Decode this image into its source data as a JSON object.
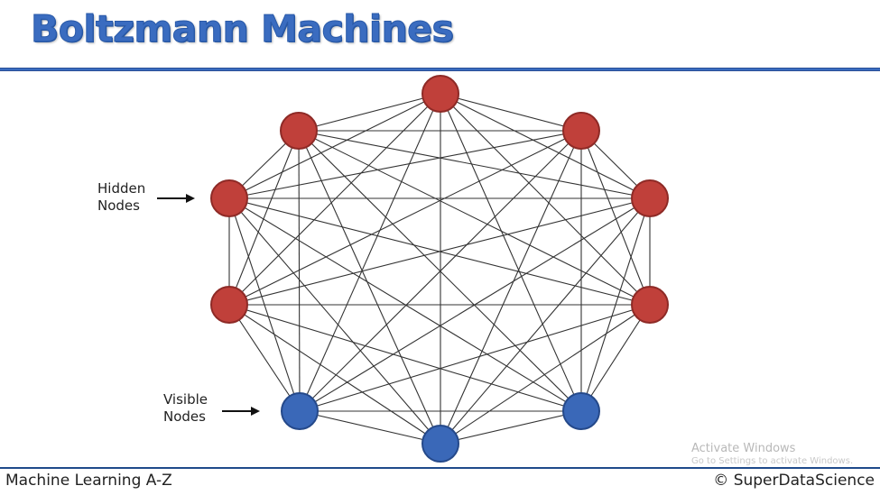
{
  "slide": {
    "title": "Boltzmann Machines",
    "footer_left": "Machine Learning A-Z",
    "footer_right": "© SuperDataScience",
    "watermark_line1": "Activate Windows",
    "watermark_line2": "Go to Settings to activate Windows."
  },
  "labels": {
    "hidden_line1": "Hidden",
    "hidden_line2": "Nodes",
    "visible_line1": "Visible",
    "visible_line2": "Nodes"
  },
  "colors": {
    "title": "#3a6cc0",
    "hidden_node": "#c0403a",
    "hidden_node_stroke": "#8e2a26",
    "visible_node": "#3a68b8",
    "visible_node_stroke": "#25498a",
    "edge": "#333333"
  },
  "graph": {
    "type": "fully-connected",
    "nodes": [
      {
        "id": "h1",
        "kind": "hidden",
        "position": "top"
      },
      {
        "id": "h2",
        "kind": "hidden",
        "position": "top-left"
      },
      {
        "id": "h3",
        "kind": "hidden",
        "position": "top-right"
      },
      {
        "id": "h4",
        "kind": "hidden",
        "position": "left-upper"
      },
      {
        "id": "h5",
        "kind": "hidden",
        "position": "right-upper"
      },
      {
        "id": "h6",
        "kind": "hidden",
        "position": "left-lower"
      },
      {
        "id": "h7",
        "kind": "hidden",
        "position": "right-lower"
      },
      {
        "id": "v1",
        "kind": "visible",
        "position": "bottom-left"
      },
      {
        "id": "v2",
        "kind": "visible",
        "position": "bottom-right"
      },
      {
        "id": "v3",
        "kind": "visible",
        "position": "bottom"
      }
    ]
  }
}
